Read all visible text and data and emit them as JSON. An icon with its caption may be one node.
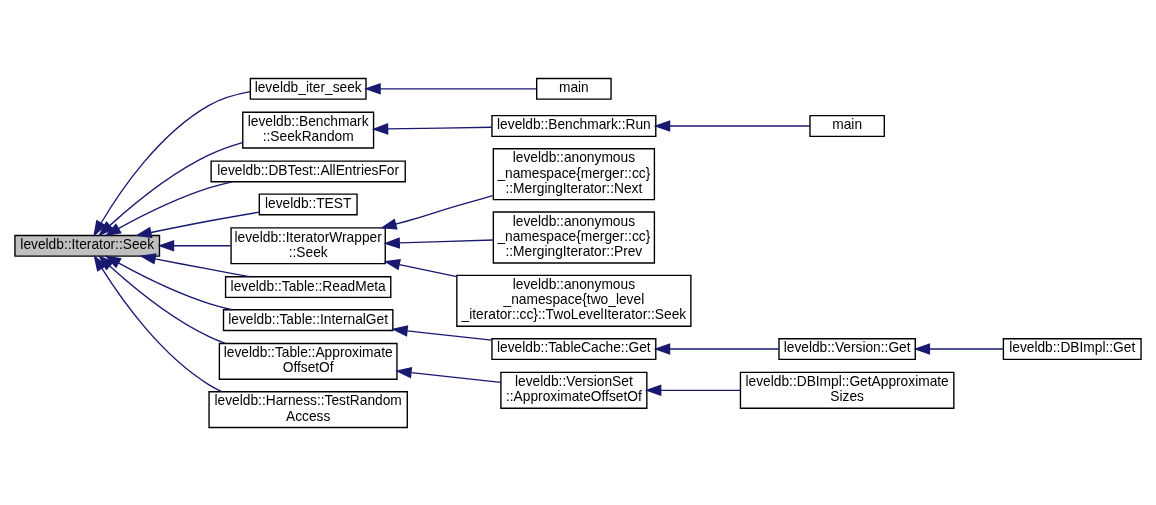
{
  "diagram": {
    "nodes": [
      {
        "text": [
          "leveldb::Iterator::Seek"
        ]
      },
      {
        "text": [
          "leveldb_iter_seek"
        ]
      },
      {
        "text": [
          "main"
        ]
      },
      {
        "text": [
          "leveldb::Benchmark ::SeekRandom"
        ]
      },
      {
        "text": [
          "leveldb::Benchmark::Run"
        ]
      },
      {
        "text": [
          "main"
        ]
      },
      {
        "text": [
          "leveldb::DBTest::AllEntriesFor"
        ]
      },
      {
        "text": [
          "leveldb::TEST"
        ]
      },
      {
        "text": [
          "leveldb::IteratorWrapper ::Seek"
        ]
      },
      {
        "text": [
          "leveldb::anonymous _namespace{merger::cc} ::MergingIterator::Next"
        ]
      },
      {
        "text": [
          "leveldb::anonymous _namespace{merger::cc} ::MergingIterator::Prev"
        ]
      },
      {
        "text": [
          "leveldb::anonymous _namespace{two_level _iterator::cc}::TwoLevelIterator::Seek"
        ]
      },
      {
        "text": [
          "leveldb::Table::ReadMeta"
        ]
      },
      {
        "text": [
          "leveldb::Table::InternalGet"
        ]
      },
      {
        "text": [
          "leveldb::TableCache::Get"
        ]
      },
      {
        "text": [
          "leveldb::Version::Get"
        ]
      },
      {
        "text": [
          "leveldb::DBImpl::Get"
        ]
      },
      {
        "text": [
          "leveldb::Table::Approximate OffsetOf"
        ]
      },
      {
        "text": [
          "leveldb::VersionSet ::ApproximateOffsetOf"
        ]
      },
      {
        "text": [
          "leveldb::DBImpl::GetApproximate Sizes"
        ]
      },
      {
        "text": [
          "leveldb::Harness::TestRandom Access"
        ]
      }
    ],
    "edges": [
      {
        "from": 1,
        "to": 0,
        "arrow": "to"
      },
      {
        "from": 2,
        "to": 1,
        "arrow": "to"
      },
      {
        "from": 3,
        "to": 0,
        "arrow": "to"
      },
      {
        "from": 4,
        "to": 3,
        "arrow": "to"
      },
      {
        "from": 5,
        "to": 4,
        "arrow": "to"
      },
      {
        "from": 6,
        "to": 0,
        "arrow": "to"
      },
      {
        "from": 7,
        "to": 0,
        "arrow": "to"
      },
      {
        "from": 8,
        "to": 0,
        "arrow": "to"
      },
      {
        "from": 9,
        "to": 8,
        "arrow": "to"
      },
      {
        "from": 10,
        "to": 8,
        "arrow": "to"
      },
      {
        "from": 11,
        "to": 8,
        "arrow": "to"
      },
      {
        "from": 12,
        "to": 0,
        "arrow": "to"
      },
      {
        "from": 13,
        "to": 0,
        "arrow": "to"
      },
      {
        "from": 14,
        "to": 13,
        "arrow": "to"
      },
      {
        "from": 15,
        "to": 14,
        "arrow": "to"
      },
      {
        "from": 16,
        "to": 15,
        "arrow": "to"
      },
      {
        "from": 17,
        "to": 0,
        "arrow": "to"
      },
      {
        "from": 18,
        "to": 17,
        "arrow": "to"
      },
      {
        "from": 19,
        "to": 18,
        "arrow": "to"
      },
      {
        "from": 20,
        "to": 0,
        "arrow": "to"
      }
    ]
  }
}
